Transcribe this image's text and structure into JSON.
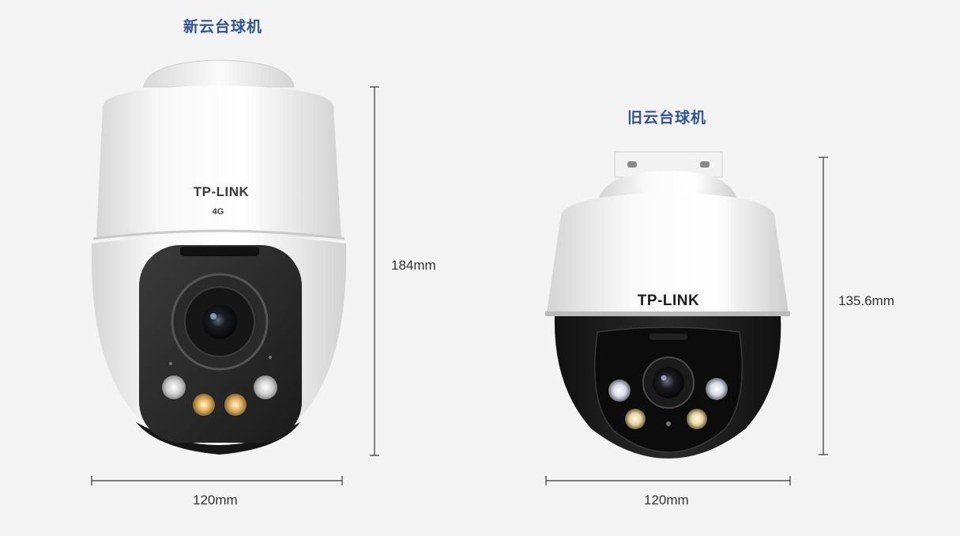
{
  "new_camera": {
    "title": "新云台球机",
    "brand": "TP-LINK",
    "badge": "4G",
    "height_label": "184mm",
    "width_label": "120mm"
  },
  "old_camera": {
    "title": "旧云台球机",
    "brand": "TP-LINK",
    "height_label": "135.6mm",
    "width_label": "120mm"
  },
  "colors": {
    "title": "#2f5596",
    "background": "#f3f3f3",
    "dimension_line": "#333333",
    "camera_white": "#f4f4f4",
    "camera_black": "#161616"
  }
}
